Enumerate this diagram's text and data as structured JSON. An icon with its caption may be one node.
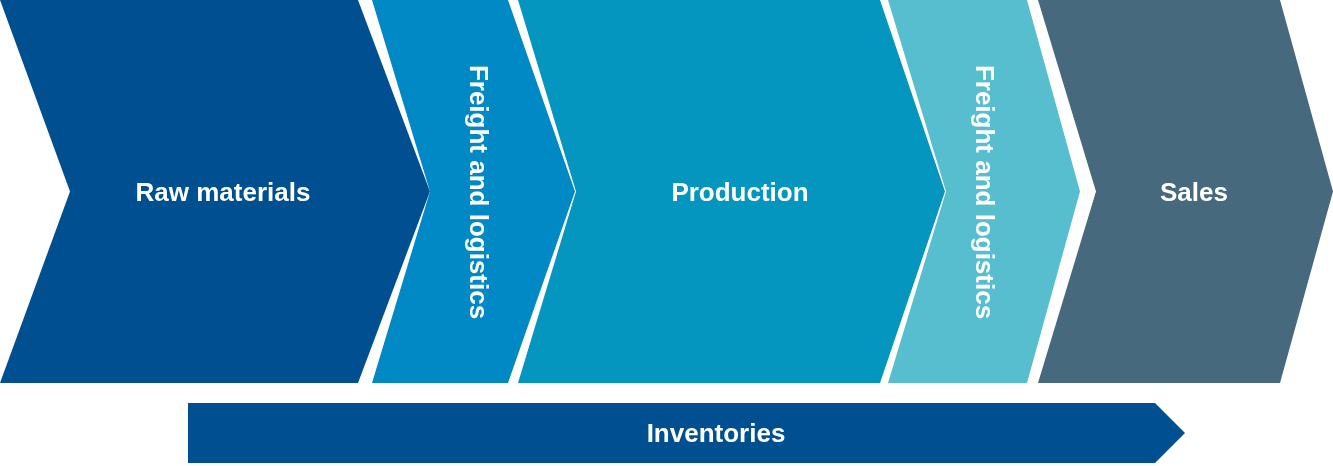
{
  "diagram": {
    "nodes": [
      {
        "text": [
          "Raw materials"
        ]
      },
      {
        "text": [
          "Freight and logistics"
        ]
      },
      {
        "text": [
          "Production"
        ]
      },
      {
        "text": [
          "Freight and logistics"
        ]
      },
      {
        "text": [
          "Sales"
        ]
      },
      {
        "text": [
          "Inventories"
        ]
      }
    ]
  }
}
